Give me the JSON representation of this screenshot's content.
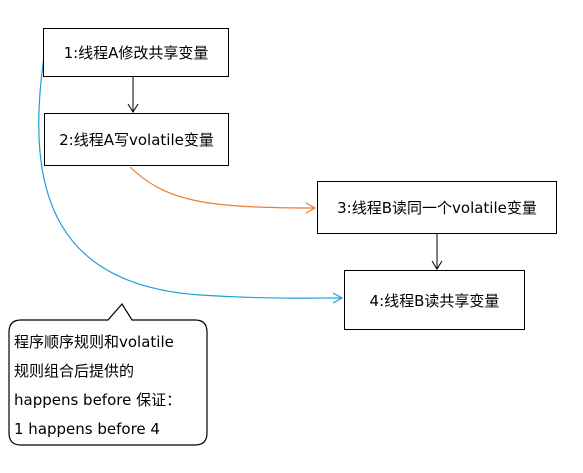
{
  "diagram": {
    "nodes": [
      {
        "id": "1",
        "label": "1:线程A修改共享变量"
      },
      {
        "id": "2",
        "label": "2:线程A写volatile变量"
      },
      {
        "id": "3",
        "label": "3:线程B读同一个volatile变量"
      },
      {
        "id": "4",
        "label": "4:线程B读共享变量"
      }
    ],
    "edges": [
      {
        "from": "1",
        "to": "2",
        "style": "straight",
        "color": "#000000"
      },
      {
        "from": "2",
        "to": "3",
        "style": "curved",
        "color": "#ed7d31"
      },
      {
        "from": "3",
        "to": "4",
        "style": "straight",
        "color": "#000000"
      },
      {
        "from": "1",
        "to": "4",
        "style": "curved",
        "color": "#1f9ed8"
      }
    ],
    "callout": {
      "lines": [
        "程序顺序规则和volatile",
        "规则组合后提供的",
        "happens before 保证：",
        "1 happens before 4"
      ]
    }
  }
}
